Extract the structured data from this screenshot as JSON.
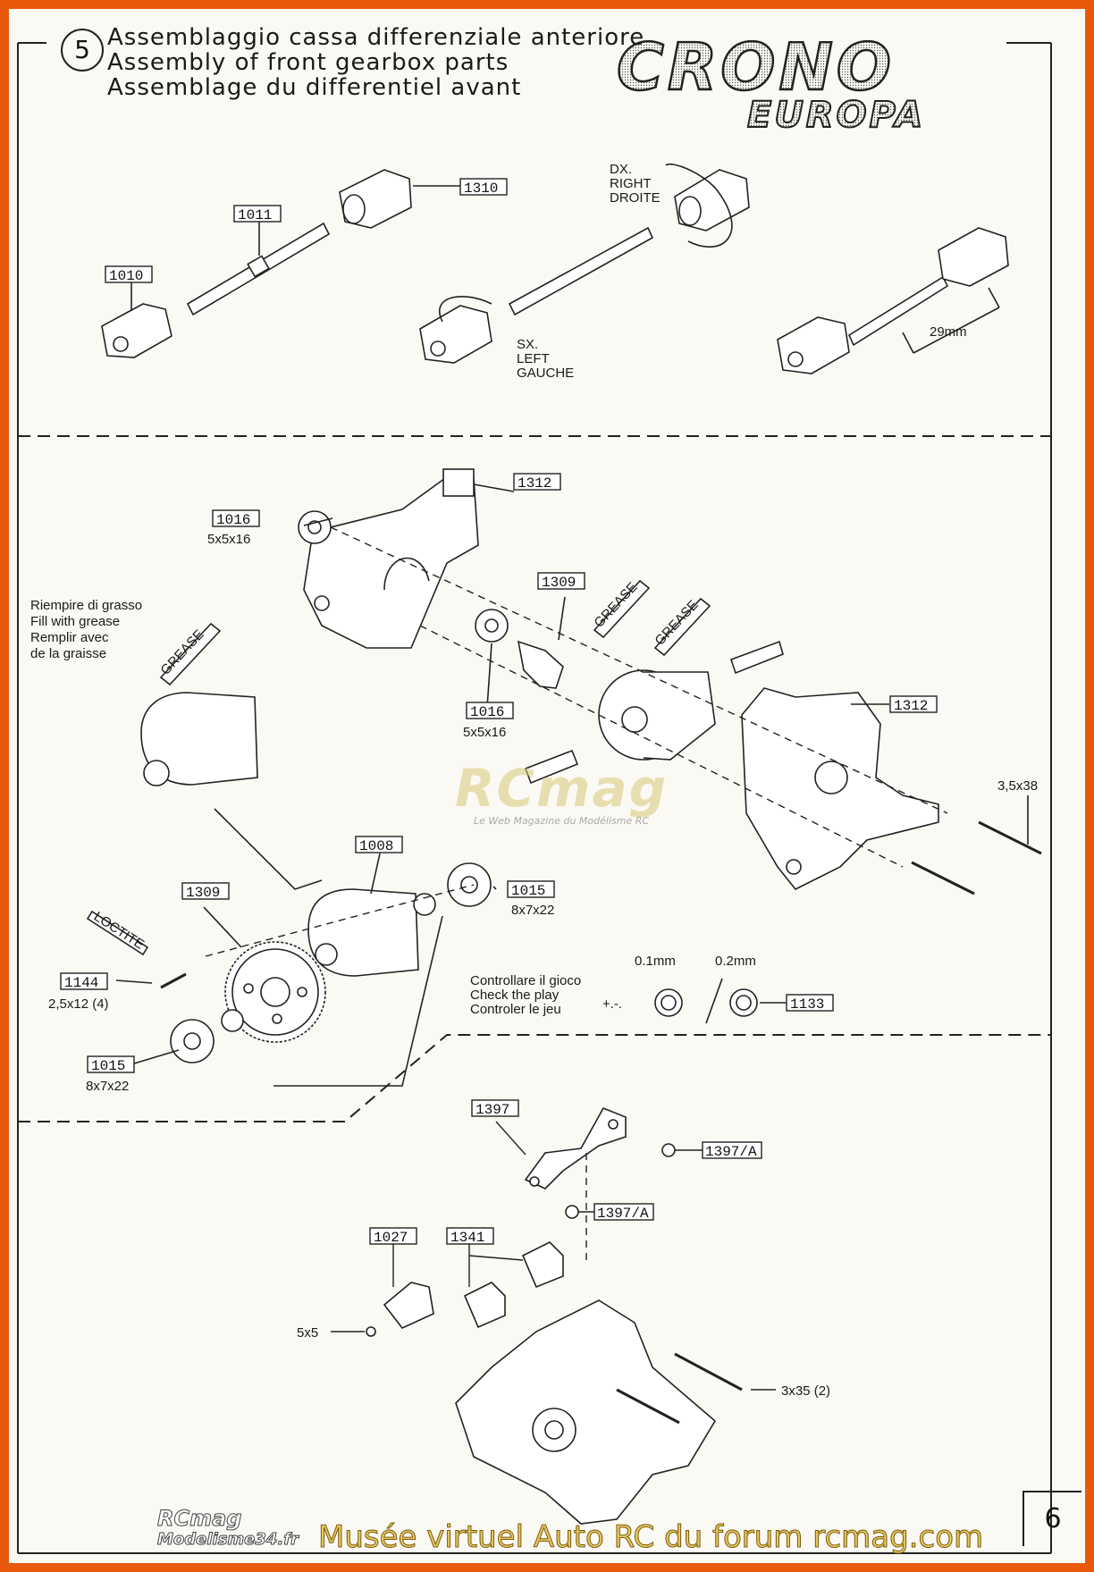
{
  "step": {
    "number": "5",
    "title_it": "Assemblaggio cassa differenziale anteriore",
    "title_en": "Assembly of front gearbox parts",
    "title_fr": "Assemblage du differentiel avant"
  },
  "brand": {
    "line1": "CRONO",
    "line2": "EUROPA"
  },
  "section1": {
    "parts": {
      "p1010": "1010",
      "p1011": "1011",
      "p1310": "1310"
    },
    "direction_right": [
      "DX.",
      "RIGHT",
      "DROITE"
    ],
    "direction_left": [
      "SX.",
      "LEFT",
      "GAUCHE"
    ],
    "measure": "29mm"
  },
  "section2": {
    "parts": {
      "p1312_top": "1312",
      "p1016_a": "1016",
      "p1016_a_size": "5x5x16",
      "p1309_top": "1309",
      "p1016_b": "1016",
      "p1016_b_size": "5x5x16",
      "p1312_right": "1312",
      "screw_right": "3,5x38",
      "p1008": "1008",
      "p1309_left": "1309",
      "p1015_a": "1015",
      "p1015_a_size": "8x7x22",
      "p1144": "1144",
      "p1144_size": "2,5x12 (4)",
      "p1015_b": "1015",
      "p1015_b_size": "8x7x22",
      "p1133": "1133"
    },
    "grease_note": [
      "Riempire di grasso",
      "Fill with grease",
      "Remplir avec",
      "de la graisse"
    ],
    "grease_label": "GREASE",
    "loctite_label": "LOCTITE",
    "play_note": [
      "Controllare il gioco",
      "Check the play",
      "Controler le jeu"
    ],
    "shim_a": "0.1mm",
    "shim_b": "0.2mm",
    "shim_sign": "+.-."
  },
  "section3": {
    "parts": {
      "p1397": "1397",
      "p1397a_1": "1397/A",
      "p1397a_2": "1397/A",
      "p1027": "1027",
      "p1341": "1341",
      "grub": "5x5",
      "screw": "3x35 (2)"
    }
  },
  "watermark": {
    "main": "RCmag",
    "sub": "Le Web Magazine du Modélisme RC"
  },
  "page_number": "6",
  "footer": {
    "logo_main": "RCmag",
    "logo_sub": "Modelisme34.fr",
    "credit": "Musée virtuel Auto RC du forum rcmag.com"
  },
  "colors": {
    "frame": "#e8590c",
    "paper": "#fbf9f4",
    "ink": "#222222",
    "watermark": "#e8c95a"
  }
}
